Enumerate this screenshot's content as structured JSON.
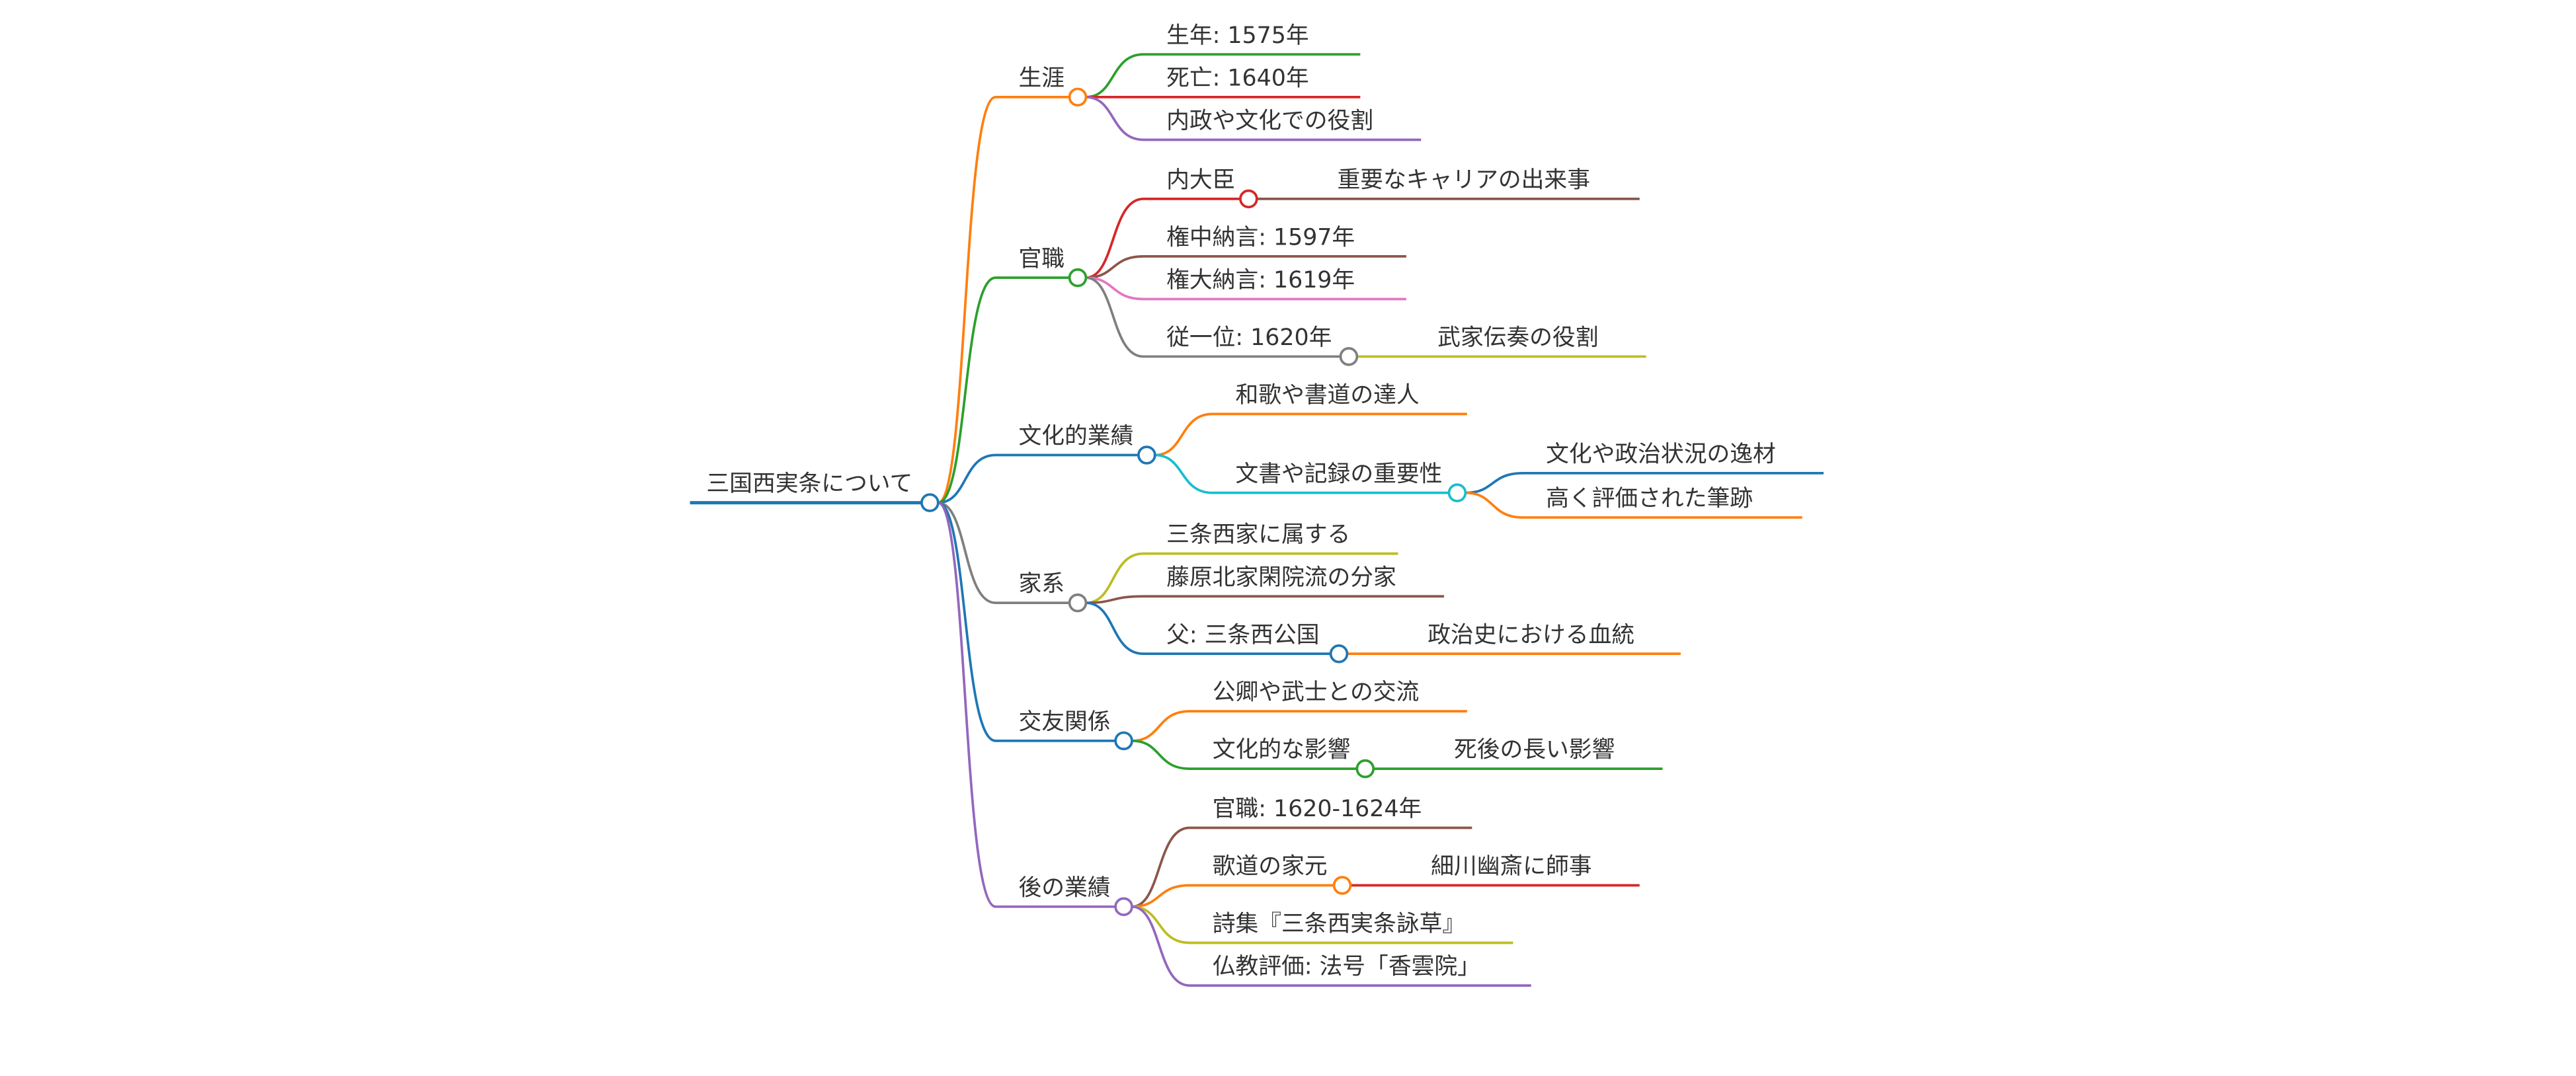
{
  "mindmap": {
    "root": {
      "label": "三国西実条について",
      "color": "#1f77b4",
      "children": [
        {
          "label": "生涯",
          "color": "#ff7f0e",
          "children": [
            {
              "label": "生年: 1575年",
              "color": "#2ca02c"
            },
            {
              "label": "死亡: 1640年",
              "color": "#d62728"
            },
            {
              "label": "内政や文化での役割",
              "color": "#9467bd"
            }
          ]
        },
        {
          "label": "官職",
          "color": "#2ca02c",
          "children": [
            {
              "label": "内大臣",
              "color": "#d62728",
              "children": [
                {
                  "label": "重要なキャリアの出来事",
                  "color": "#8c564b"
                }
              ]
            },
            {
              "label": "権中納言: 1597年",
              "color": "#8c564b"
            },
            {
              "label": "権大納言: 1619年",
              "color": "#e377c2"
            },
            {
              "label": "従一位: 1620年",
              "color": "#7f7f7f",
              "children": [
                {
                  "label": "武家伝奏の役割",
                  "color": "#bcbd22"
                }
              ]
            }
          ]
        },
        {
          "label": "文化的業績",
          "color": "#1f77b4",
          "children": [
            {
              "label": "和歌や書道の達人",
              "color": "#ff7f0e"
            },
            {
              "label": "文書や記録の重要性",
              "color": "#17becf",
              "children": [
                {
                  "label": "文化や政治状況の逸材",
                  "color": "#1f77b4"
                },
                {
                  "label": "高く評価された筆跡",
                  "color": "#ff7f0e"
                }
              ]
            }
          ]
        },
        {
          "label": "家系",
          "color": "#7f7f7f",
          "children": [
            {
              "label": "三条西家に属する",
              "color": "#bcbd22"
            },
            {
              "label": "藤原北家閑院流の分家",
              "color": "#8c564b"
            },
            {
              "label": "父: 三条西公国",
              "color": "#1f77b4",
              "children": [
                {
                  "label": "政治史における血統",
                  "color": "#ff7f0e"
                }
              ]
            }
          ]
        },
        {
          "label": "交友関係",
          "color": "#1f77b4",
          "children": [
            {
              "label": "公卿や武士との交流",
              "color": "#ff7f0e"
            },
            {
              "label": "文化的な影響",
              "color": "#2ca02c",
              "children": [
                {
                  "label": "死後の長い影響",
                  "color": "#2ca02c"
                }
              ]
            }
          ]
        },
        {
          "label": "後の業績",
          "color": "#9467bd",
          "children": [
            {
              "label": "官職: 1620-1624年",
              "color": "#8c564b"
            },
            {
              "label": "歌道の家元",
              "color": "#ff7f0e",
              "children": [
                {
                  "label": "細川幽斎に師事",
                  "color": "#d62728"
                }
              ]
            },
            {
              "label": "詩集『三条西実条詠草』",
              "color": "#bcbd22"
            },
            {
              "label": "仏教評価: 法号「香雲院」",
              "color": "#9467bd"
            }
          ]
        }
      ]
    }
  }
}
